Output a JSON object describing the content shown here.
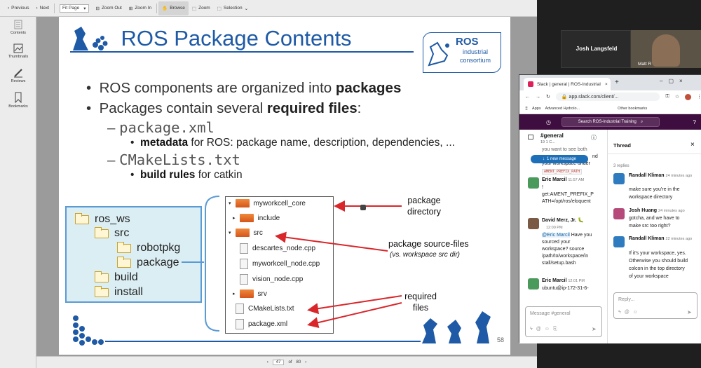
{
  "toolbar": {
    "previous": "Previous",
    "next": "Next",
    "zoom_mode": "Fit Page",
    "zoom_out": "Zoom Out",
    "zoom_in": "Zoom In",
    "browse": "Browse",
    "zoom": "Zoom",
    "selection": "Selection"
  },
  "sidebar": {
    "items": [
      {
        "label": "Contents",
        "icon": "contents-icon"
      },
      {
        "label": "Thumbnails",
        "icon": "thumbnails-icon"
      },
      {
        "label": "Reviews",
        "icon": "reviews-icon"
      },
      {
        "label": "Bookmarks",
        "icon": "bookmarks-icon"
      }
    ]
  },
  "pager": {
    "current": "47",
    "of_label": "of",
    "total": "80"
  },
  "slide": {
    "title": "ROS Package Contents",
    "logo": {
      "line1": "ROS",
      "line2": "industrial",
      "line3": "consortium"
    },
    "bullets": [
      {
        "text": "ROS components are organized into ",
        "bold": "packages"
      },
      {
        "text": "Packages contain several ",
        "bold": "required files",
        "tail": ":"
      }
    ],
    "subitems": [
      {
        "dash": "–",
        "name": "package.xml",
        "detail_bold": "metadata",
        "detail": " for ROS: package name, description, dependencies, ..."
      },
      {
        "dash": "–",
        "name": "CMakeLists.txt",
        "detail_bold": "build rules",
        "detail": " for catkin"
      }
    ],
    "workspace": [
      "ros_ws",
      "src",
      "robotpkg",
      "package",
      "build",
      "install"
    ],
    "tree": [
      "myworkcell_core",
      "include",
      "src",
      "descartes_node.cpp",
      "myworkcell_node.cpp",
      "vision_node.cpp",
      "srv",
      "CMakeLists.txt",
      "package.xml"
    ],
    "annotations": {
      "pkg_dir_1": "package",
      "pkg_dir_2": "directory",
      "src_files": "package source-files",
      "src_note": "(vs. workspace src dir)",
      "req_1": "required",
      "req_2": "files"
    },
    "page_number": "58"
  },
  "video": {
    "participant": "Josh Langsfeld",
    "other": "Matt R"
  },
  "browser": {
    "tab_title": "Slack | general | ROS-Industrial Tr",
    "url": "app.slack.com/client/...",
    "bookmarks": [
      "Apps",
      "Advanced Hydrolo...",
      "Other bookmarks"
    ]
  },
  "slack": {
    "search": "Search ROS-Industrial Training",
    "channel": "#general",
    "channel_meta": "19  1  C...",
    "new_message_pill": "1 new message",
    "partial_top": "your workspace under",
    "partial_top0": "you want to see both",
    "partial_top_suffix": "nd",
    "code_text": "AMENT_PREFIX_PATH",
    "messages": [
      {
        "name": "Eric Marcil",
        "time": "11:57 AM",
        "lines": [
          "!",
          "get:AMENT_PREFIX_P",
          "ATH=/opt/ros/eloquent"
        ]
      },
      {
        "name": "David Merz, Jr.",
        "time": "12:00 PM",
        "mention": "@Eric Marcil",
        "lines": [
          " Have you",
          "sourced your",
          "workspace? source",
          "/path/to/workspace/in",
          "stall/setup.bash"
        ]
      },
      {
        "name": "Eric Marcil",
        "time": "12:01 PM",
        "lines": [
          "ubuntu@ip-172-31-6-"
        ]
      }
    ],
    "composer_placeholder": "Message #general",
    "thread_title": "Thread",
    "replies_count": "3 replies",
    "replies": [
      {
        "name": "Randall Kliman",
        "time": "24 minutes ago",
        "lines": [
          "make sure you're in the",
          "workspace directory"
        ]
      },
      {
        "name": "Josh Huang",
        "time": "24 minutes ago",
        "lines": [
          "gotcha, and we have to",
          "make src too right?"
        ]
      },
      {
        "name": "Randall Kliman",
        "time": "22 minutes ago",
        "lines": [
          "If it's your workspace, yes.",
          "Otherwise you should build",
          "colcon in the top directory",
          "of your workspace"
        ]
      }
    ],
    "reply_placeholder": "Reply..."
  },
  "colors": {
    "slide_title": "#1f5aa6",
    "slack_purple": "#3f0e40",
    "arrow": "#d9262b",
    "pill": "#1d6fb8"
  }
}
